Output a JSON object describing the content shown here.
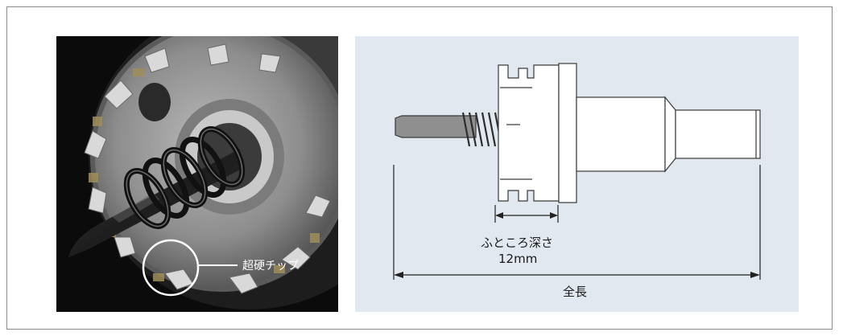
{
  "photo": {
    "tip_label": "超硬チップ"
  },
  "diagram": {
    "depth_label": "ふところ深さ",
    "depth_value": "12mm",
    "total_length_label": "全長"
  },
  "colors": {
    "frame_border": "#8a8a8a",
    "diagram_background": "#e1e8ef",
    "photo_background": "#0b0b0b"
  }
}
